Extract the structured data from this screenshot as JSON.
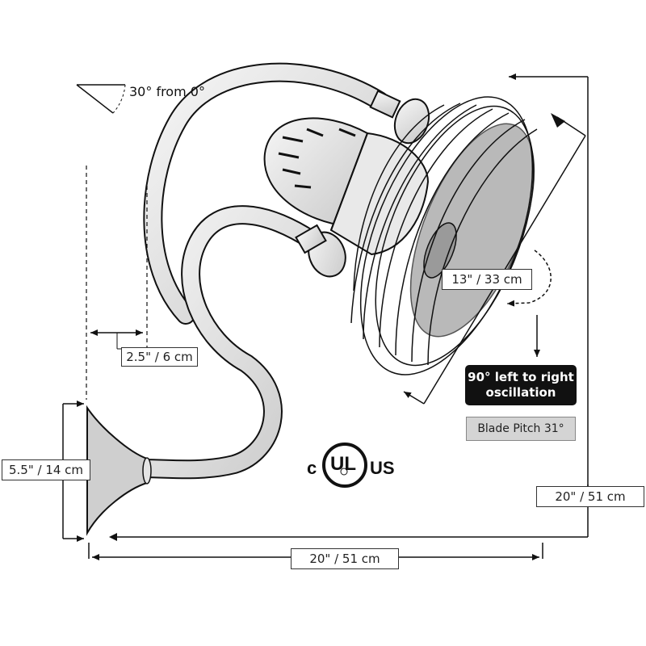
{
  "tilt_label": "30° from 0°",
  "dimensions": {
    "offset": "2.5\" / 6 cm",
    "height_base": "5.5\" / 14 cm",
    "width": "20\" / 51 cm",
    "height": "20\" / 51 cm",
    "cage_diameter": "13\" / 33 cm"
  },
  "oscillation": {
    "line1": "90° left to right",
    "line2": "oscillation"
  },
  "blade_pitch": "Blade Pitch 31°",
  "certification": {
    "prefix": "c",
    "suffix": "US",
    "mark": "UL"
  },
  "colors": {
    "line": "#111111",
    "fan_fill": "#e6e6e6",
    "shadow": "#b9b9b9",
    "badge_dark": "#111111",
    "badge_gray": "#d4d4d4"
  }
}
